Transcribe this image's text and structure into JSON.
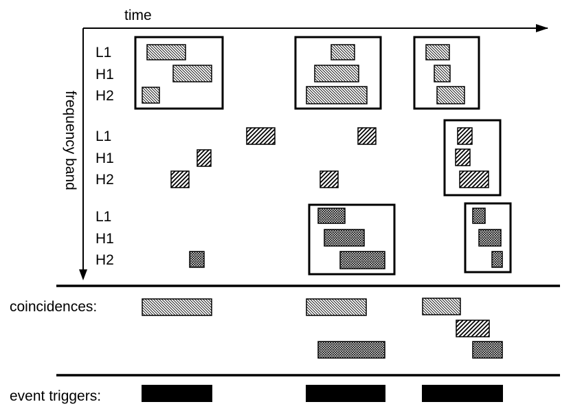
{
  "axes": {
    "time_label": "time",
    "frequency_label": "frequency band"
  },
  "bands": [
    {
      "detectors": [
        "L1",
        "H1",
        "H2"
      ]
    },
    {
      "detectors": [
        "L1",
        "H1",
        "H2"
      ]
    },
    {
      "detectors": [
        "L1",
        "H1",
        "H2"
      ]
    }
  ],
  "sections": {
    "coincidences_label": "coincidences:",
    "event_triggers_label": "event triggers:"
  },
  "patterns": {
    "band_1": "diagonal-lines-thin",
    "band_2": "diagonal-lines-thick",
    "band_3": "crosshatch"
  }
}
